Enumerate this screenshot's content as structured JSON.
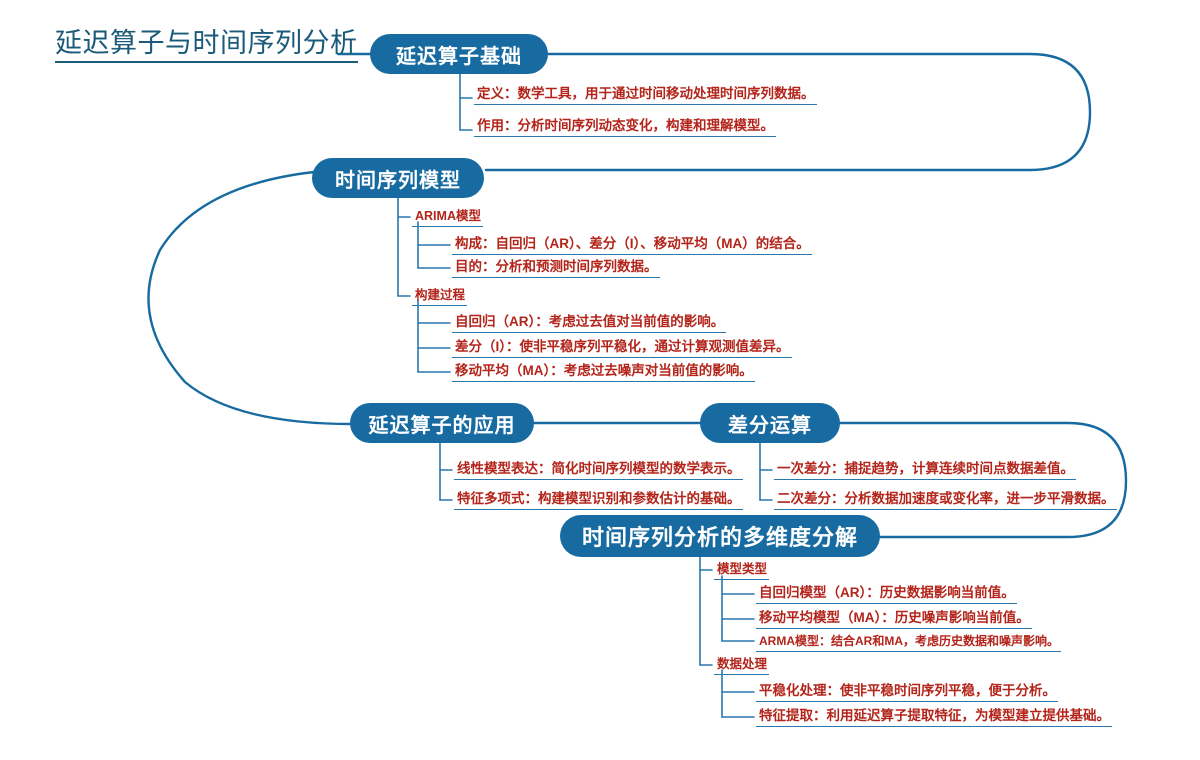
{
  "root": {
    "title": "延迟算子与时间序列分析",
    "accent_color": "#176ba0",
    "title_color": "#1b5a79",
    "leaf_text_color": "#b3241a",
    "underline_color": "#2a77ad"
  },
  "branches": [
    {
      "id": "branch-1",
      "label": "延迟算子基础",
      "children": [
        {
          "label": "定义：数学工具，用于通过时间移动处理时间序列数据。",
          "level": 3
        },
        {
          "label": "作用：分析时间序列动态变化，构建和理解模型。",
          "level": 3
        }
      ]
    },
    {
      "id": "branch-2",
      "label": "时间序列模型",
      "children": [
        {
          "label": "ARIMA模型",
          "level": 2,
          "children": [
            {
              "label": "构成：自回归（AR）、差分（I）、移动平均（MA）的结合。",
              "level": 3
            },
            {
              "label": "目的：分析和预测时间序列数据。",
              "level": 3
            }
          ]
        },
        {
          "label": "构建过程",
          "level": 2,
          "children": [
            {
              "label": "自回归（AR）：考虑过去值对当前值的影响。",
              "level": 3
            },
            {
              "label": "差分（I）：使非平稳序列平稳化，通过计算观测值差异。",
              "level": 3
            },
            {
              "label": "移动平均（MA）：考虑过去噪声对当前值的影响。",
              "level": 3
            }
          ]
        }
      ]
    },
    {
      "id": "branch-3",
      "label": "延迟算子的应用",
      "children": [
        {
          "label": "线性模型表达：简化时间序列模型的数学表示。",
          "level": 3
        },
        {
          "label": "特征多项式：构建模型识别和参数估计的基础。",
          "level": 3
        }
      ]
    },
    {
      "id": "branch-4",
      "label": "差分运算",
      "children": [
        {
          "label": "一次差分：捕捉趋势，计算连续时间点数据差值。",
          "level": 3
        },
        {
          "label": "二次差分：分析数据加速度或变化率，进一步平滑数据。",
          "level": 3
        }
      ]
    },
    {
      "id": "branch-5",
      "label": "时间序列分析的多维度分解",
      "children": [
        {
          "label": "模型类型",
          "level": 2,
          "children": [
            {
              "label": "自回归模型（AR）：历史数据影响当前值。",
              "level": 3
            },
            {
              "label": "移动平均模型（MA）：历史噪声影响当前值。",
              "level": 3
            },
            {
              "label": "ARMA模型：结合AR和MA，考虑历史数据和噪声影响。",
              "level": 3
            }
          ]
        },
        {
          "label": "数据处理",
          "level": 2,
          "children": [
            {
              "label": "平稳化处理：使非平稳时间序列平稳，便于分析。",
              "level": 3
            },
            {
              "label": "特征提取：利用延迟算子提取特征，为模型建立提供基础。",
              "level": 3
            }
          ]
        }
      ]
    }
  ]
}
